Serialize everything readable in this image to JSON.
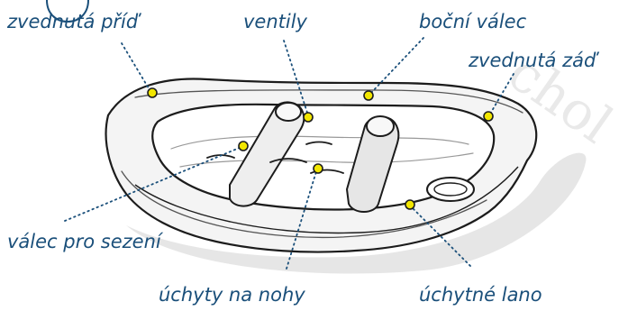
{
  "labels": {
    "bow": "zvednutá příď",
    "valves": "ventily",
    "side_tube": "boční válec",
    "stern": "zvednutá záď",
    "thwart": "válec pro sezení",
    "foot_straps": "úchyty na nohy",
    "grab_line": "úchytné lano"
  },
  "colors": {
    "label": "#1a4f7a",
    "marker": "#f2e600",
    "sketch": "#1c1c1c",
    "shadow": "#d9d9d9"
  }
}
